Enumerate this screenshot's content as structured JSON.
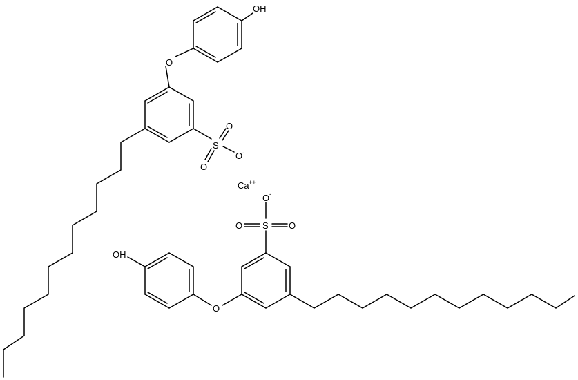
{
  "molecule": {
    "upper": {
      "hydroxyl": "OH",
      "ether_oxygen": "O",
      "sulfonate_oxygen_1": "O",
      "sulfonate_oxygen_2": "O",
      "sulfur": "S",
      "sulfonate_anion_oxygen": "O",
      "anion_charge": "-"
    },
    "counter_ion": {
      "label": "Ca",
      "charge": "++"
    },
    "lower": {
      "anion_oxygen": "O",
      "anion_charge": "-",
      "sulfonate_oxygen_1": "O",
      "sulfur": "S",
      "sulfonate_oxygen_2": "O",
      "hydroxyl": "OH",
      "ether_oxygen": "O"
    }
  }
}
